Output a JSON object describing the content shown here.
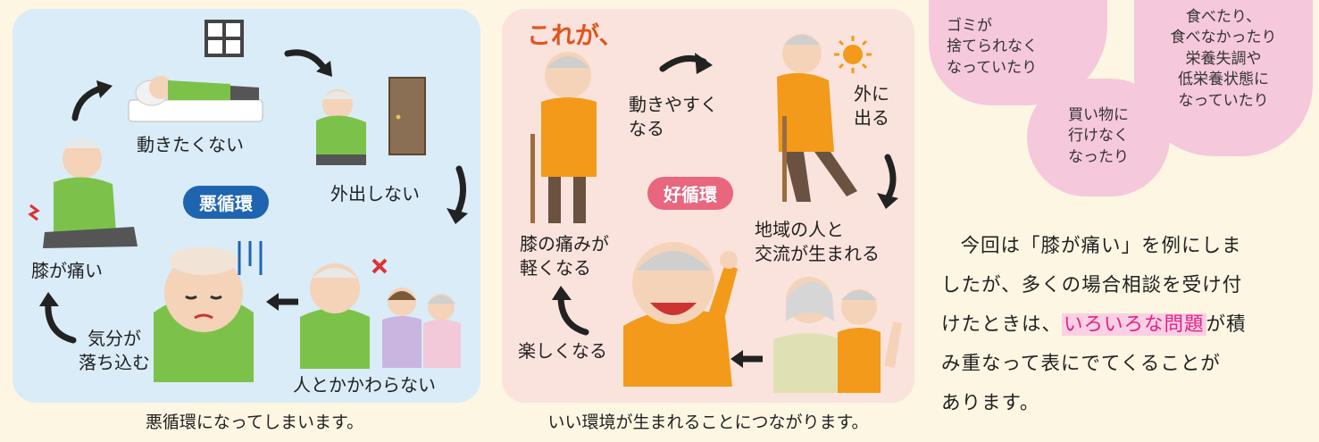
{
  "bad_cycle": {
    "badge": "悪循環",
    "labels": {
      "doesnt_want_move": "動きたくない",
      "doesnt_go_out": "外出しない",
      "no_interaction": "人とかかわらない",
      "feel_down_1": "気分が",
      "feel_down_2": "落ち込む",
      "knee_pain": "膝が痛い"
    },
    "caption": "悪循環になってしまいます。"
  },
  "good_cycle": {
    "title": "これが、",
    "badge": "好循環",
    "labels": {
      "easy_move_1": "動きやすく",
      "easy_move_2": "なる",
      "go_out_1": "外に",
      "go_out_2": "出る",
      "community_1": "地域の人と",
      "community_2": "交流が生まれる",
      "pain_less_1": "膝の痛みが",
      "pain_less_2": "軽くなる",
      "fun": "楽しくなる"
    },
    "caption": "いい環境が生まれることにつながります。"
  },
  "bubbles": {
    "trash": [
      "ゴミが",
      "捨てられなく",
      "なっていたり"
    ],
    "eating": [
      "食べたり、",
      "食べなかったり",
      "栄養失調や",
      "低栄養状態に",
      "なっていたり"
    ],
    "shopping": [
      "買い物に",
      "行けなく",
      "なったり"
    ]
  },
  "paragraph": {
    "line1": "今回は「膝が痛い」を例にしま",
    "line2": "したが、多くの場合相談を受け付",
    "line3_pre": "けたときは、",
    "line3_highlight": "いろいろな問題",
    "line3_post": "が積",
    "line4": "み重なって表にでてくることが",
    "line5": "あります。"
  },
  "colors": {
    "bad_panel": "#d9ecf7",
    "good_panel": "#fae3dc",
    "bad_badge": "#1f64b0",
    "good_badge": "#e8667e",
    "title_orange": "#e0541f",
    "highlight": "#e0208a",
    "bubble": "#f6c8dc"
  }
}
